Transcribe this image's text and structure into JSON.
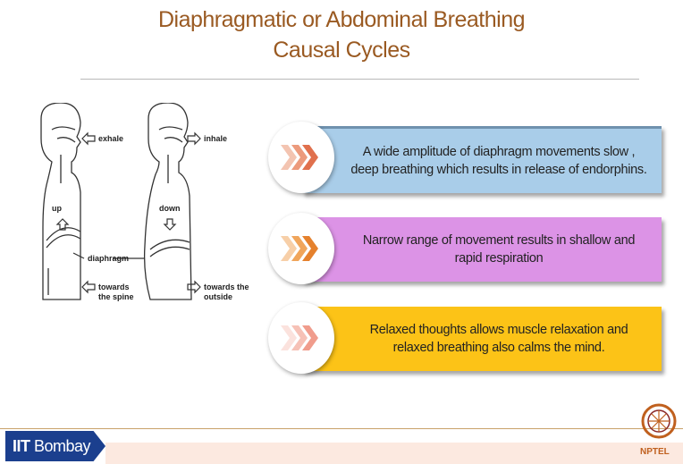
{
  "slide": {
    "title_line1": "Diaphragmatic or Abdominal Breathing",
    "title_line2": "Causal Cycles"
  },
  "figure": {
    "exhale": "exhale",
    "inhale": "inhale",
    "up": "up",
    "down": "down",
    "diaphragm": "diaphragm",
    "towards_the": "towards",
    "the_spine": "the spine",
    "towards_the2": "towards the",
    "outside": "outside"
  },
  "cycles": [
    {
      "text": "A wide amplitude of diaphragm movements slow , deep breathing which results in release of endorphins.",
      "color": "#a9cde9"
    },
    {
      "text": "Narrow range of movement results in shallow and rapid respiration",
      "color": "#dc93e6"
    },
    {
      "text": "Relaxed thoughts allows muscle relaxation and relaxed breathing also calms the mind.",
      "color": "#fcc317"
    }
  ],
  "footer": {
    "brand_prefix": "IIT",
    "brand_name": "Bombay",
    "logo_label": "NPTEL"
  }
}
